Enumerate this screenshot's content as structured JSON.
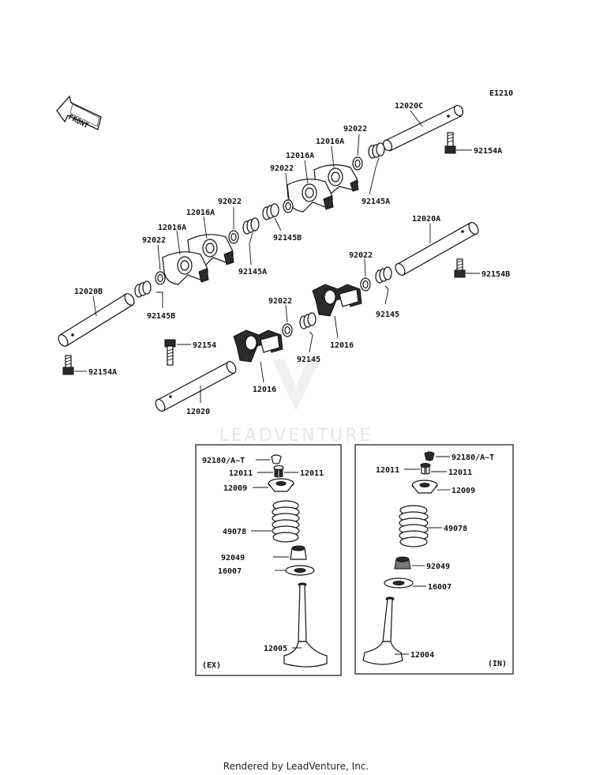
{
  "diagram_code": "E1210",
  "front_label": "FRONT",
  "watermark": "LEADVENTURE",
  "footer": "Rendered by LeadVenture, Inc.",
  "boxes": {
    "ex_label": "(EX)",
    "in_label": "(IN)"
  },
  "labels": {
    "p12020C": "12020C",
    "p92154A_top": "92154A",
    "p92022_a": "92022",
    "p12016A_a": "12016A",
    "p12016A_b": "12016A",
    "p92022_b": "92022",
    "p92145A_a": "92145A",
    "p92145B_a": "92145B",
    "p92022_c": "92022",
    "p12016A_c": "12016A",
    "p12016A_d": "12016A",
    "p92022_d": "92022",
    "p92145A_b": "92145A",
    "p12020A": "12020A",
    "p92154B": "92154B",
    "p12020B": "12020B",
    "p92145B_b": "92145B",
    "p92154A_left": "92154A",
    "p92022_e": "92022",
    "p92145_a": "92145",
    "p92022_f": "92022",
    "p12016_a": "12016",
    "p92145_b": "92145",
    "p92154": "92154",
    "p12016_b": "12016",
    "p12020": "12020",
    "ex_92180": "92180/A~T",
    "ex_12011_l": "12011",
    "ex_12011_r": "12011",
    "ex_12009": "12009",
    "ex_49078": "49078",
    "ex_92049": "92049",
    "ex_16007": "16007",
    "ex_12005": "12005",
    "in_92180": "92180/A~T",
    "in_12011_l": "12011",
    "in_12011_r": "12011",
    "in_12009": "12009",
    "in_49078": "49078",
    "in_92049": "92049",
    "in_16007": "16007",
    "in_12004": "12004"
  }
}
